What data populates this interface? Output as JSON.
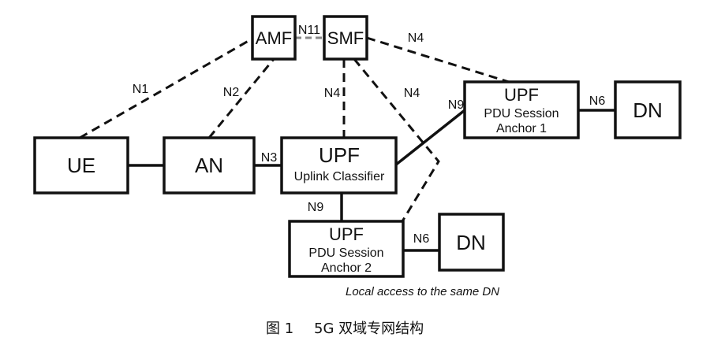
{
  "nodes": {
    "amf": {
      "label": "AMF"
    },
    "smf": {
      "label": "SMF"
    },
    "ue": {
      "label": "UE"
    },
    "an": {
      "label": "AN"
    },
    "upf_ulcl": {
      "label": "UPF",
      "sublabel": "Uplink Classifier"
    },
    "upf_psa1": {
      "label": "UPF",
      "sublabel_line1": "PDU Session",
      "sublabel_line2": "Anchor 1"
    },
    "dn1": {
      "label": "DN"
    },
    "upf_psa2": {
      "label": "UPF",
      "sublabel_line1": "PDU Session",
      "sublabel_line2": "Anchor 2"
    },
    "dn2": {
      "label": "DN"
    }
  },
  "interfaces": {
    "n11": "N11",
    "n1": "N1",
    "n2": "N2",
    "n3": "N3",
    "n4_smf_psa1": "N4",
    "n4_smf_ulcl": "N4",
    "n4_smf_psa2": "N4",
    "n9_ulcl_psa1": "N9",
    "n9_ulcl_psa2": "N9",
    "n6_psa1": "N6",
    "n6_psa2": "N6"
  },
  "annotation": "Local access to the same DN",
  "caption": {
    "figure_no": "图 1",
    "title": "5G 双域专网结构"
  }
}
